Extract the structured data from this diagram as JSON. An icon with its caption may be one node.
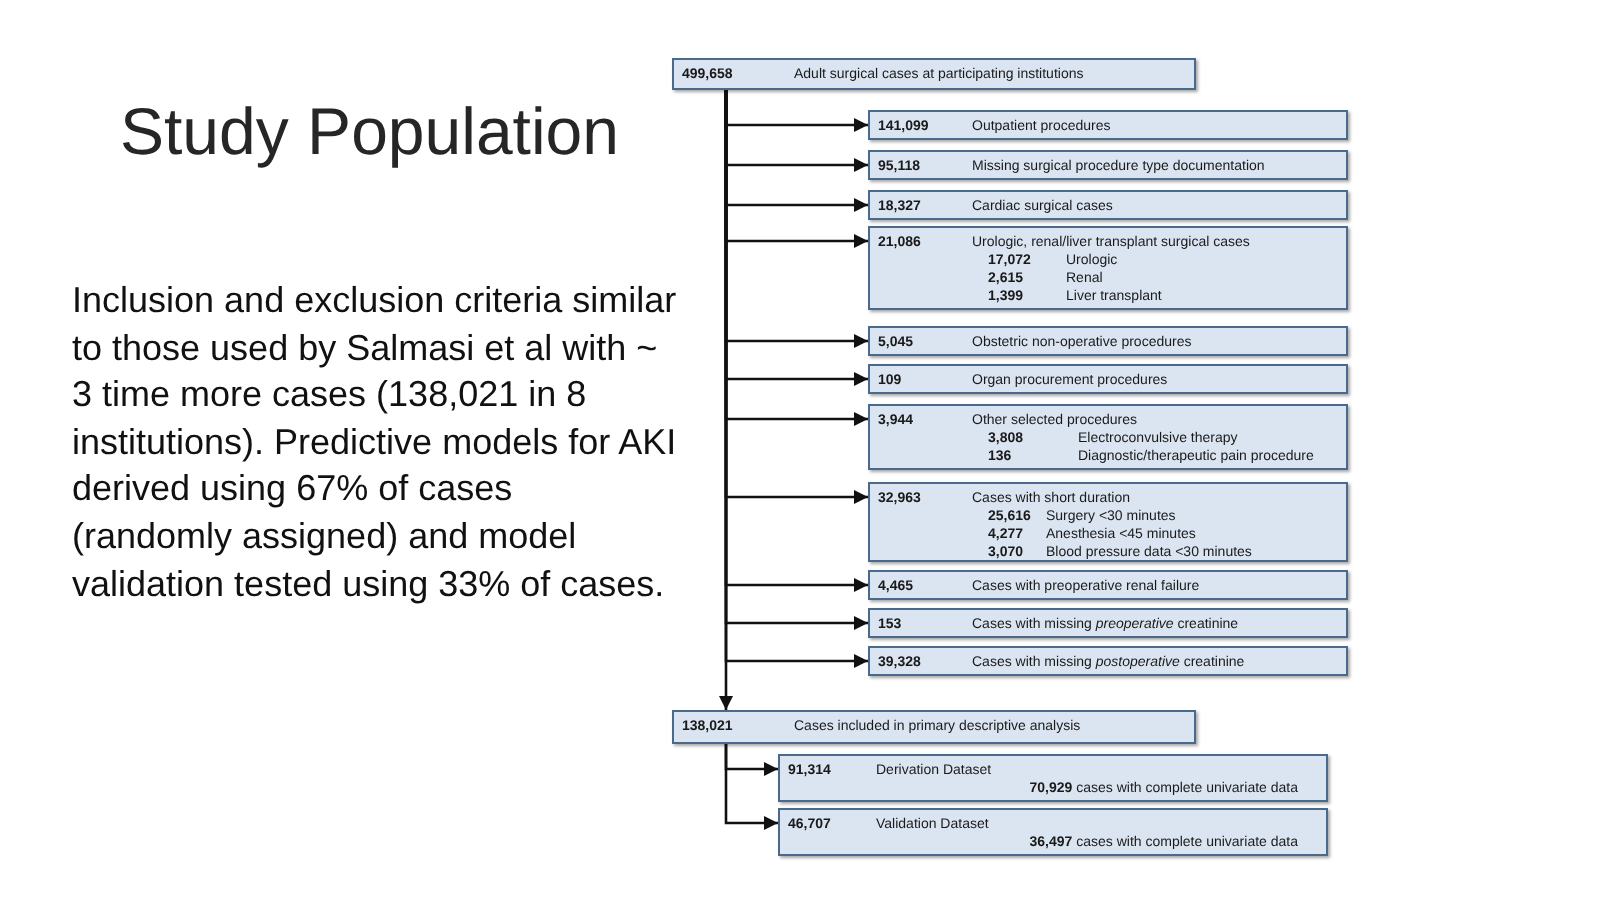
{
  "diagram": {
    "title": "Study Population",
    "nodes": [
      {
        "text": [
          "499,658",
          "Adult surgical cases at participating institutions"
        ]
      },
      {
        "text": [
          "141,099",
          "Outpatient procedures"
        ]
      },
      {
        "text": [
          "95,118",
          "Missing surgical procedure type documentation"
        ]
      },
      {
        "text": [
          "18,327",
          "Cardiac surgical cases"
        ]
      },
      {
        "text": [
          "21,086",
          "Urologic, renal/liver transplant surgical cases",
          "17,072",
          "Urologic",
          "2,615",
          "Renal",
          "1,399",
          "Liver transplant"
        ]
      },
      {
        "text": [
          "5,045",
          "Obstetric non-operative procedures"
        ]
      },
      {
        "text": [
          "109",
          "Organ procurement procedures"
        ]
      },
      {
        "text": [
          "3,944",
          "Other selected procedures",
          "3,808",
          "Electroconvulsive therapy",
          "136",
          "Diagnostic/therapeutic pain procedure"
        ]
      },
      {
        "text": [
          "32,963",
          "Cases with short duration",
          "25,616",
          "Surgery <30 minutes",
          "4,277",
          "Anesthesia <45 minutes",
          "3,070",
          "Blood pressure data <30 minutes"
        ]
      },
      {
        "text": [
          "4,465",
          "Cases with preoperative renal failure"
        ]
      },
      {
        "text": [
          "153",
          "Cases with missing *preoperative* creatinine"
        ]
      },
      {
        "text": [
          "39,328",
          "Cases with missing *postoperative* creatinine"
        ]
      },
      {
        "text": [
          "138,021",
          "Cases included in primary descriptive analysis"
        ]
      },
      {
        "text": [
          "91,314",
          "Derivation Dataset",
          "**70,929** cases with complete univariate data"
        ]
      },
      {
        "text": [
          "46,707",
          "Validation Dataset",
          "**36,497** cases with complete univariate data"
        ]
      }
    ],
    "edges": [
      {
        "from": 0,
        "to": 1,
        "arrow": "to"
      },
      {
        "from": 0,
        "to": 2,
        "arrow": "to"
      },
      {
        "from": 0,
        "to": 3,
        "arrow": "to"
      },
      {
        "from": 0,
        "to": 4,
        "arrow": "to"
      },
      {
        "from": 0,
        "to": 5,
        "arrow": "to"
      },
      {
        "from": 0,
        "to": 6,
        "arrow": "to"
      },
      {
        "from": 0,
        "to": 7,
        "arrow": "to"
      },
      {
        "from": 0,
        "to": 8,
        "arrow": "to"
      },
      {
        "from": 0,
        "to": 9,
        "arrow": "to"
      },
      {
        "from": 0,
        "to": 10,
        "arrow": "to"
      },
      {
        "from": 0,
        "to": 11,
        "arrow": "to"
      },
      {
        "from": 0,
        "to": 12,
        "arrow": "to"
      },
      {
        "from": 12,
        "to": 13,
        "arrow": "to"
      },
      {
        "from": 12,
        "to": 14,
        "arrow": "to"
      }
    ],
    "labels": [
      "Inclusion and exclusion criteria similar to those used by Salmasi et al with ~ 3 time more cases (138,021 in 8 institutions). Predictive models for AKI derived using 67% of cases (randomly assigned) and model validation tested using 33% of cases."
    ]
  }
}
